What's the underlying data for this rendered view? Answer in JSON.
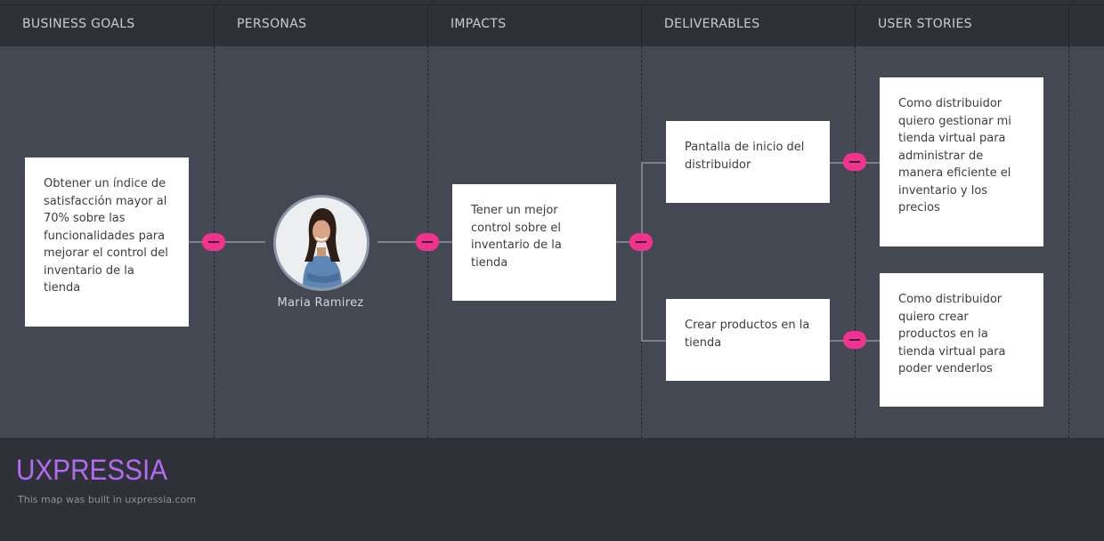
{
  "columns": [
    {
      "label": "BUSINESS GOALS"
    },
    {
      "label": "PERSONAS"
    },
    {
      "label": "IMPACTS"
    },
    {
      "label": "DELIVERABLES"
    },
    {
      "label": "USER STORIES"
    }
  ],
  "business_goal": {
    "text": "Obtener un índice de satisfacción mayor al 70% sobre las funcionalidades para mejorar el control del inventario de la tienda"
  },
  "persona": {
    "name": "Maria Ramirez",
    "icon": "persona-photo"
  },
  "impact": {
    "text": "Tener un mejor control sobre el inventario de la tienda"
  },
  "deliverables": [
    {
      "text": "Pantalla de inicio del distribuidor"
    },
    {
      "text": "Crear productos en la tienda"
    }
  ],
  "user_stories": [
    {
      "text": "Como distribuidor quiero gestionar mi tienda virtual para administrar de manera eficiente el inventario y los precios"
    },
    {
      "text": "Como distribuidor quiero crear productos en la tienda virtual para poder venderlos"
    }
  ],
  "footer": {
    "logo": "UXPRESSIA",
    "note": "This map was built in uxpressia.com"
  },
  "colors": {
    "accent": "#f0338f",
    "logo": "#b36bf2",
    "canvas": "#444852",
    "header": "#2f3139"
  }
}
